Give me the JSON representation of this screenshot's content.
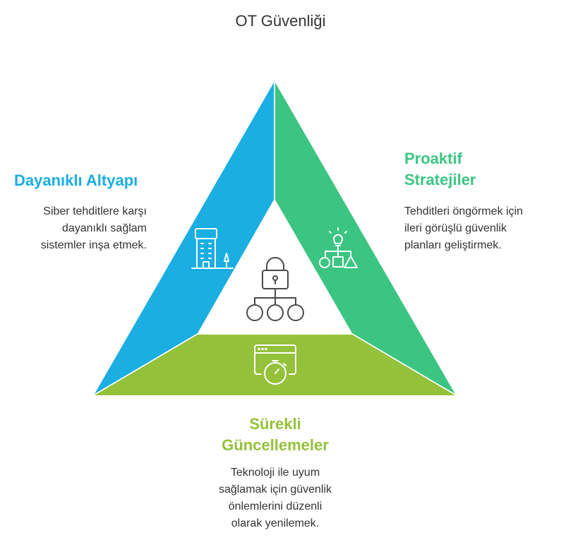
{
  "title": "OT Güvenliği",
  "colors": {
    "left": "#1AAEE2",
    "right": "#3CC582",
    "bottom": "#94C13A",
    "icon_light": "#ffffff",
    "icon_dark": "#4a4a4a"
  },
  "left": {
    "heading": "Dayanıklı Altyapı",
    "desc": [
      "Siber tehditlere karşı",
      "dayanıklı sağlam",
      "sistemler inşa etmek."
    ],
    "icon": "building-icon"
  },
  "right": {
    "heading": [
      "Proaktif",
      "Stratejiler"
    ],
    "desc": [
      "Tehditleri öngörmek için",
      "ileri görüşlü güvenlik",
      "planları geliştirmek."
    ],
    "icon": "strategy-flow-icon"
  },
  "bottom": {
    "heading": [
      "Sürekli",
      "Güncellemeler"
    ],
    "desc": [
      "Teknoloji ile uyum",
      "sağlamak için güvenlik",
      "önlemlerini düzenli",
      "olarak yenilemek."
    ],
    "icon": "browser-stopwatch-icon"
  },
  "center": {
    "icon": "lock-network-icon"
  }
}
